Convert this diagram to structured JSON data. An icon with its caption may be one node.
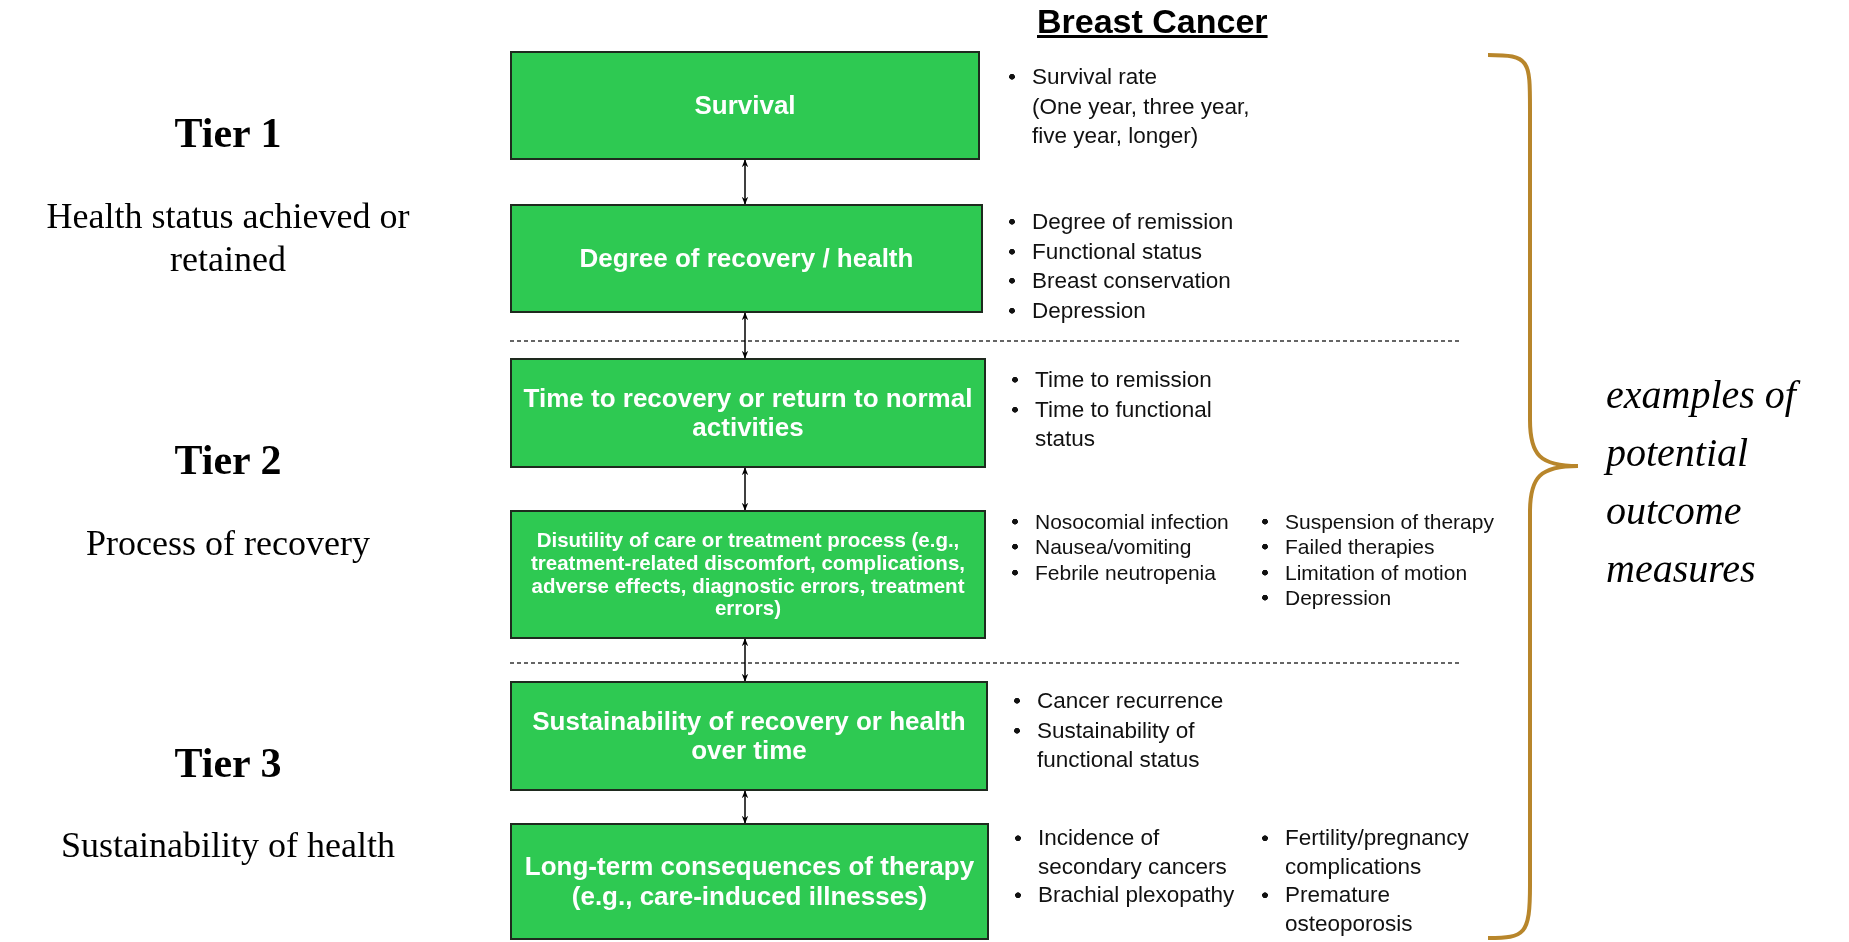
{
  "diagram": {
    "title": "Breast Cancer",
    "nodes": [
      {
        "text": [
          "Survival"
        ],
        "beside": [
          "Survival rate",
          "(One year, three year, five year, longer)"
        ]
      },
      {
        "text": [
          "Degree of recovery / health"
        ],
        "beside": [
          "Degree of remission",
          "Functional status",
          "Breast conservation",
          "Depression"
        ]
      },
      {
        "text": [
          "Time to recovery or return to normal activities"
        ],
        "beside": [
          "Time to remission",
          "Time to functional status"
        ]
      },
      {
        "text": [
          "Disutility of care or treatment process (e.g., treatment-related discomfort, complications, adverse effects, diagnostic errors, treatment errors)"
        ],
        "beside": [
          "Nosocomial infection",
          "Nausea/vomiting",
          "Febrile neutropenia",
          "Suspension of therapy",
          "Failed therapies",
          "Limitation of motion",
          "Depression"
        ]
      },
      {
        "text": [
          "Sustainability of recovery or health over time"
        ],
        "beside": [
          "Cancer recurrence",
          "Sustainability of functional status"
        ]
      },
      {
        "text": [
          "Long-term consequences of therapy (e.g., care-induced illnesses)"
        ],
        "beside": [
          "Incidence of secondary cancers",
          "Brachial plexopathy",
          "Fertility/pregnancy complications",
          "Premature osteoporosis"
        ]
      }
    ],
    "edges": [
      {
        "from": 0,
        "to": 1,
        "arrow": "both"
      },
      {
        "from": 1,
        "to": 2,
        "arrow": "both"
      },
      {
        "from": 2,
        "to": 3,
        "arrow": "both"
      },
      {
        "from": 3,
        "to": 4,
        "arrow": "both"
      },
      {
        "from": 4,
        "to": 5,
        "arrow": "both"
      }
    ],
    "labels": [
      "Tier 1",
      "Health status achieved or retained",
      "Tier 2",
      "Process of recovery",
      "Tier 3",
      "Sustainability of health",
      "examples of potential outcome measures"
    ]
  }
}
